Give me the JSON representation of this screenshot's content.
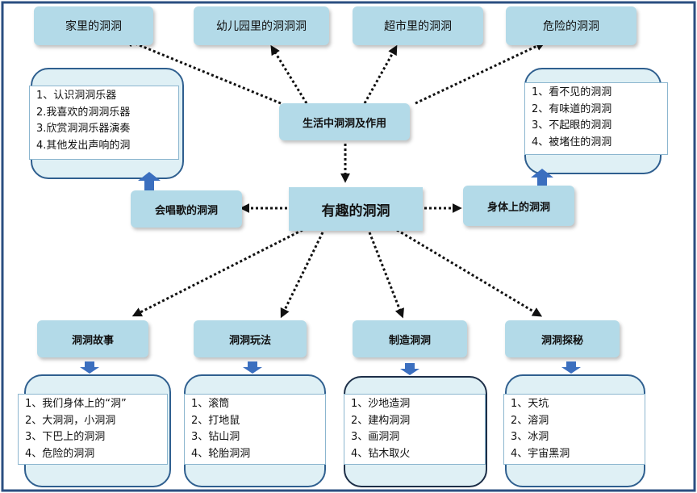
{
  "center": "有趣的洞洞",
  "life": {
    "title": "生活中洞洞及作用",
    "items": [
      "家里的洞洞",
      "幼儿园里的洞洞洞",
      "超市里的洞洞",
      "危险的洞洞"
    ]
  },
  "singing": {
    "title": "会唱歌的洞洞",
    "items": [
      "1、认识洞洞乐器",
      "2.我喜欢的洞洞乐器",
      "3.欣赏洞洞乐器演奏",
      "4.其他发出声响的洞"
    ]
  },
  "body": {
    "title": "身体上的洞洞",
    "items": [
      "1、看不见的洞洞",
      "2、有味道的洞洞",
      "3、不起眼的洞洞",
      "4、被堵住的洞洞"
    ]
  },
  "bottom": [
    {
      "title": "洞洞故事",
      "items": [
        "1、我们身体上的“洞”",
        "2、大洞洞，小洞洞",
        "3、下巴上的洞洞",
        "4、危险的洞洞"
      ]
    },
    {
      "title": "洞洞玩法",
      "items": [
        "1、滚筒",
        "2、打地鼠",
        "3、钻山洞",
        "4、轮胎洞洞"
      ]
    },
    {
      "title": "制造洞洞",
      "items": [
        "1、沙地造洞",
        "2、建构洞洞",
        "3、画洞洞",
        "4、钻木取火"
      ]
    },
    {
      "title": "洞洞探秘",
      "items": [
        "1、天坑",
        "2、溶洞",
        "3、冰洞",
        "4、宇宙黑洞"
      ]
    }
  ]
}
